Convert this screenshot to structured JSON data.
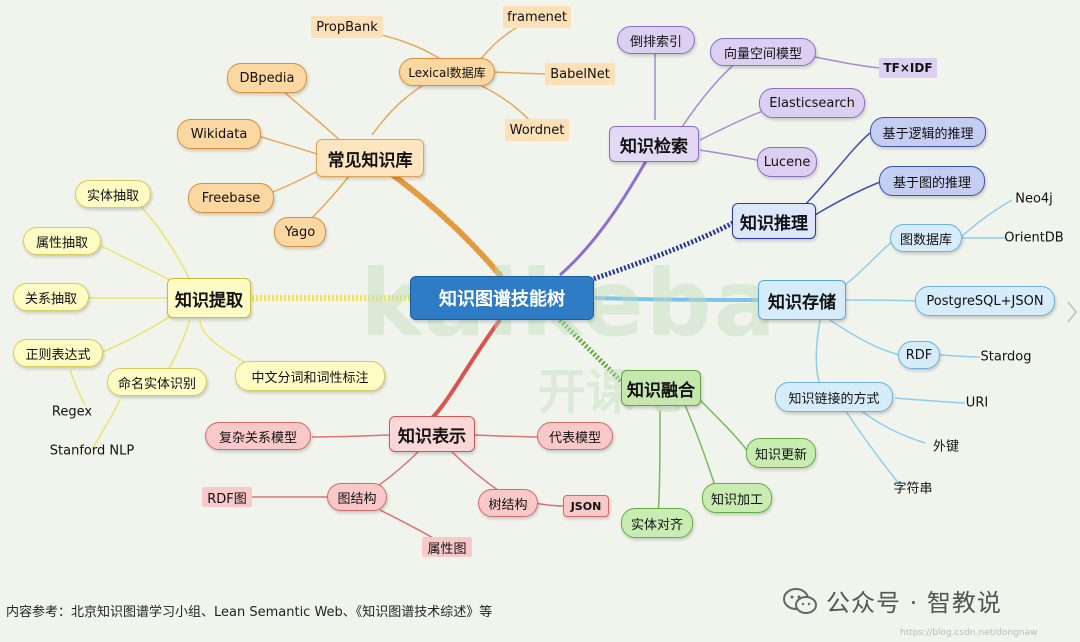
{
  "root": "知识图谱技能树",
  "watermark": "kaikeba",
  "watermark_cn": "开课吧",
  "footer": "内容参考：北京知识图谱学习小组、Lean Semantic Web、《知识图谱技术综述》等",
  "brand": "公众号 · 智教说",
  "url_mark": "https://blog.csdn.net/dongnaw",
  "branches": {
    "common_kb": {
      "label": "常见知识库",
      "items": [
        "DBpedia",
        "Wikidata",
        "Freebase",
        "Yago"
      ],
      "lexical": {
        "label": "Lexical数据库",
        "items": [
          "PropBank",
          "framenet",
          "BabelNet",
          "Wordnet"
        ]
      }
    },
    "retrieval": {
      "label": "知识检索",
      "items": [
        "倒排索引",
        "向量空间模型",
        "Elasticsearch",
        "Lucene"
      ],
      "tfidf": "TF×IDF"
    },
    "reasoning": {
      "label": "知识推理",
      "items": [
        "基于逻辑的推理",
        "基于图的推理"
      ]
    },
    "storage": {
      "label": "知识存储",
      "graph_db": "图数据库",
      "graph_db_items": [
        "Neo4j",
        "OrientDB"
      ],
      "postgres": "PostgreSQL+JSON",
      "rdf": "RDF",
      "stardog": "Stardog",
      "linking": "知识链接的方式",
      "linking_items": [
        "URI",
        "外键",
        "字符串"
      ]
    },
    "fusion": {
      "label": "知识融合",
      "items": [
        "知识更新",
        "知识加工",
        "实体对齐"
      ]
    },
    "representation": {
      "label": "知识表示",
      "complex": "复杂关系模型",
      "symbolic": "代表模型",
      "graph": "图结构",
      "rdf_graph": "RDF图",
      "property_graph": "属性图",
      "tree": "树结构",
      "json": "JSON"
    },
    "extraction": {
      "label": "知识提取",
      "items": [
        "实体抽取",
        "属性抽取",
        "关系抽取",
        "正则表达式",
        "命名实体识别"
      ],
      "regex": "Regex",
      "stanford": "Stanford NLP",
      "segmentation": "中文分词和词性标注"
    }
  },
  "colors": {
    "orange": "#e49a3f",
    "yellow": "#f1e34a",
    "purple": "#8e6fd0",
    "navy": "#263399",
    "blue": "#7cc4ec",
    "green": "#5fab3b",
    "red": "#d9534f",
    "root": "#2f7cc6"
  }
}
